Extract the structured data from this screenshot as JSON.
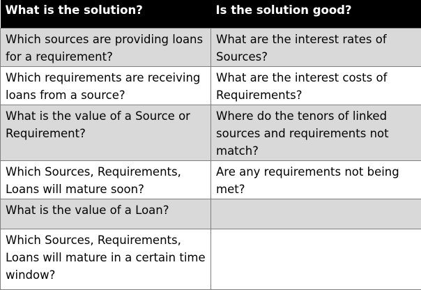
{
  "table": {
    "headers": [
      "What is the solution?",
      "Is the solution good?"
    ],
    "rows": [
      [
        "Which sources are providing loans for a requirement?",
        "What are the interest rates of Sources?"
      ],
      [
        "Which requirements are receiving loans from a source?",
        "What are the interest costs of Requirements?"
      ],
      [
        "What is the value of a Source or Requirement?",
        "Where do the tenors of linked sources and requirements not match?"
      ],
      [
        "Which Sources, Requirements, Loans will mature soon?",
        "Are any requirements not being met?"
      ],
      [
        "What is the value of a Loan?",
        ""
      ],
      [
        "Which Sources, Requirements, Loans will mature in a certain time window?",
        ""
      ]
    ]
  },
  "colors": {
    "header_bg": "#000000",
    "header_text": "#ffffff",
    "shaded_row": "#d9d9d9",
    "plain_row": "#ffffff",
    "border": "#7f7f7f"
  }
}
